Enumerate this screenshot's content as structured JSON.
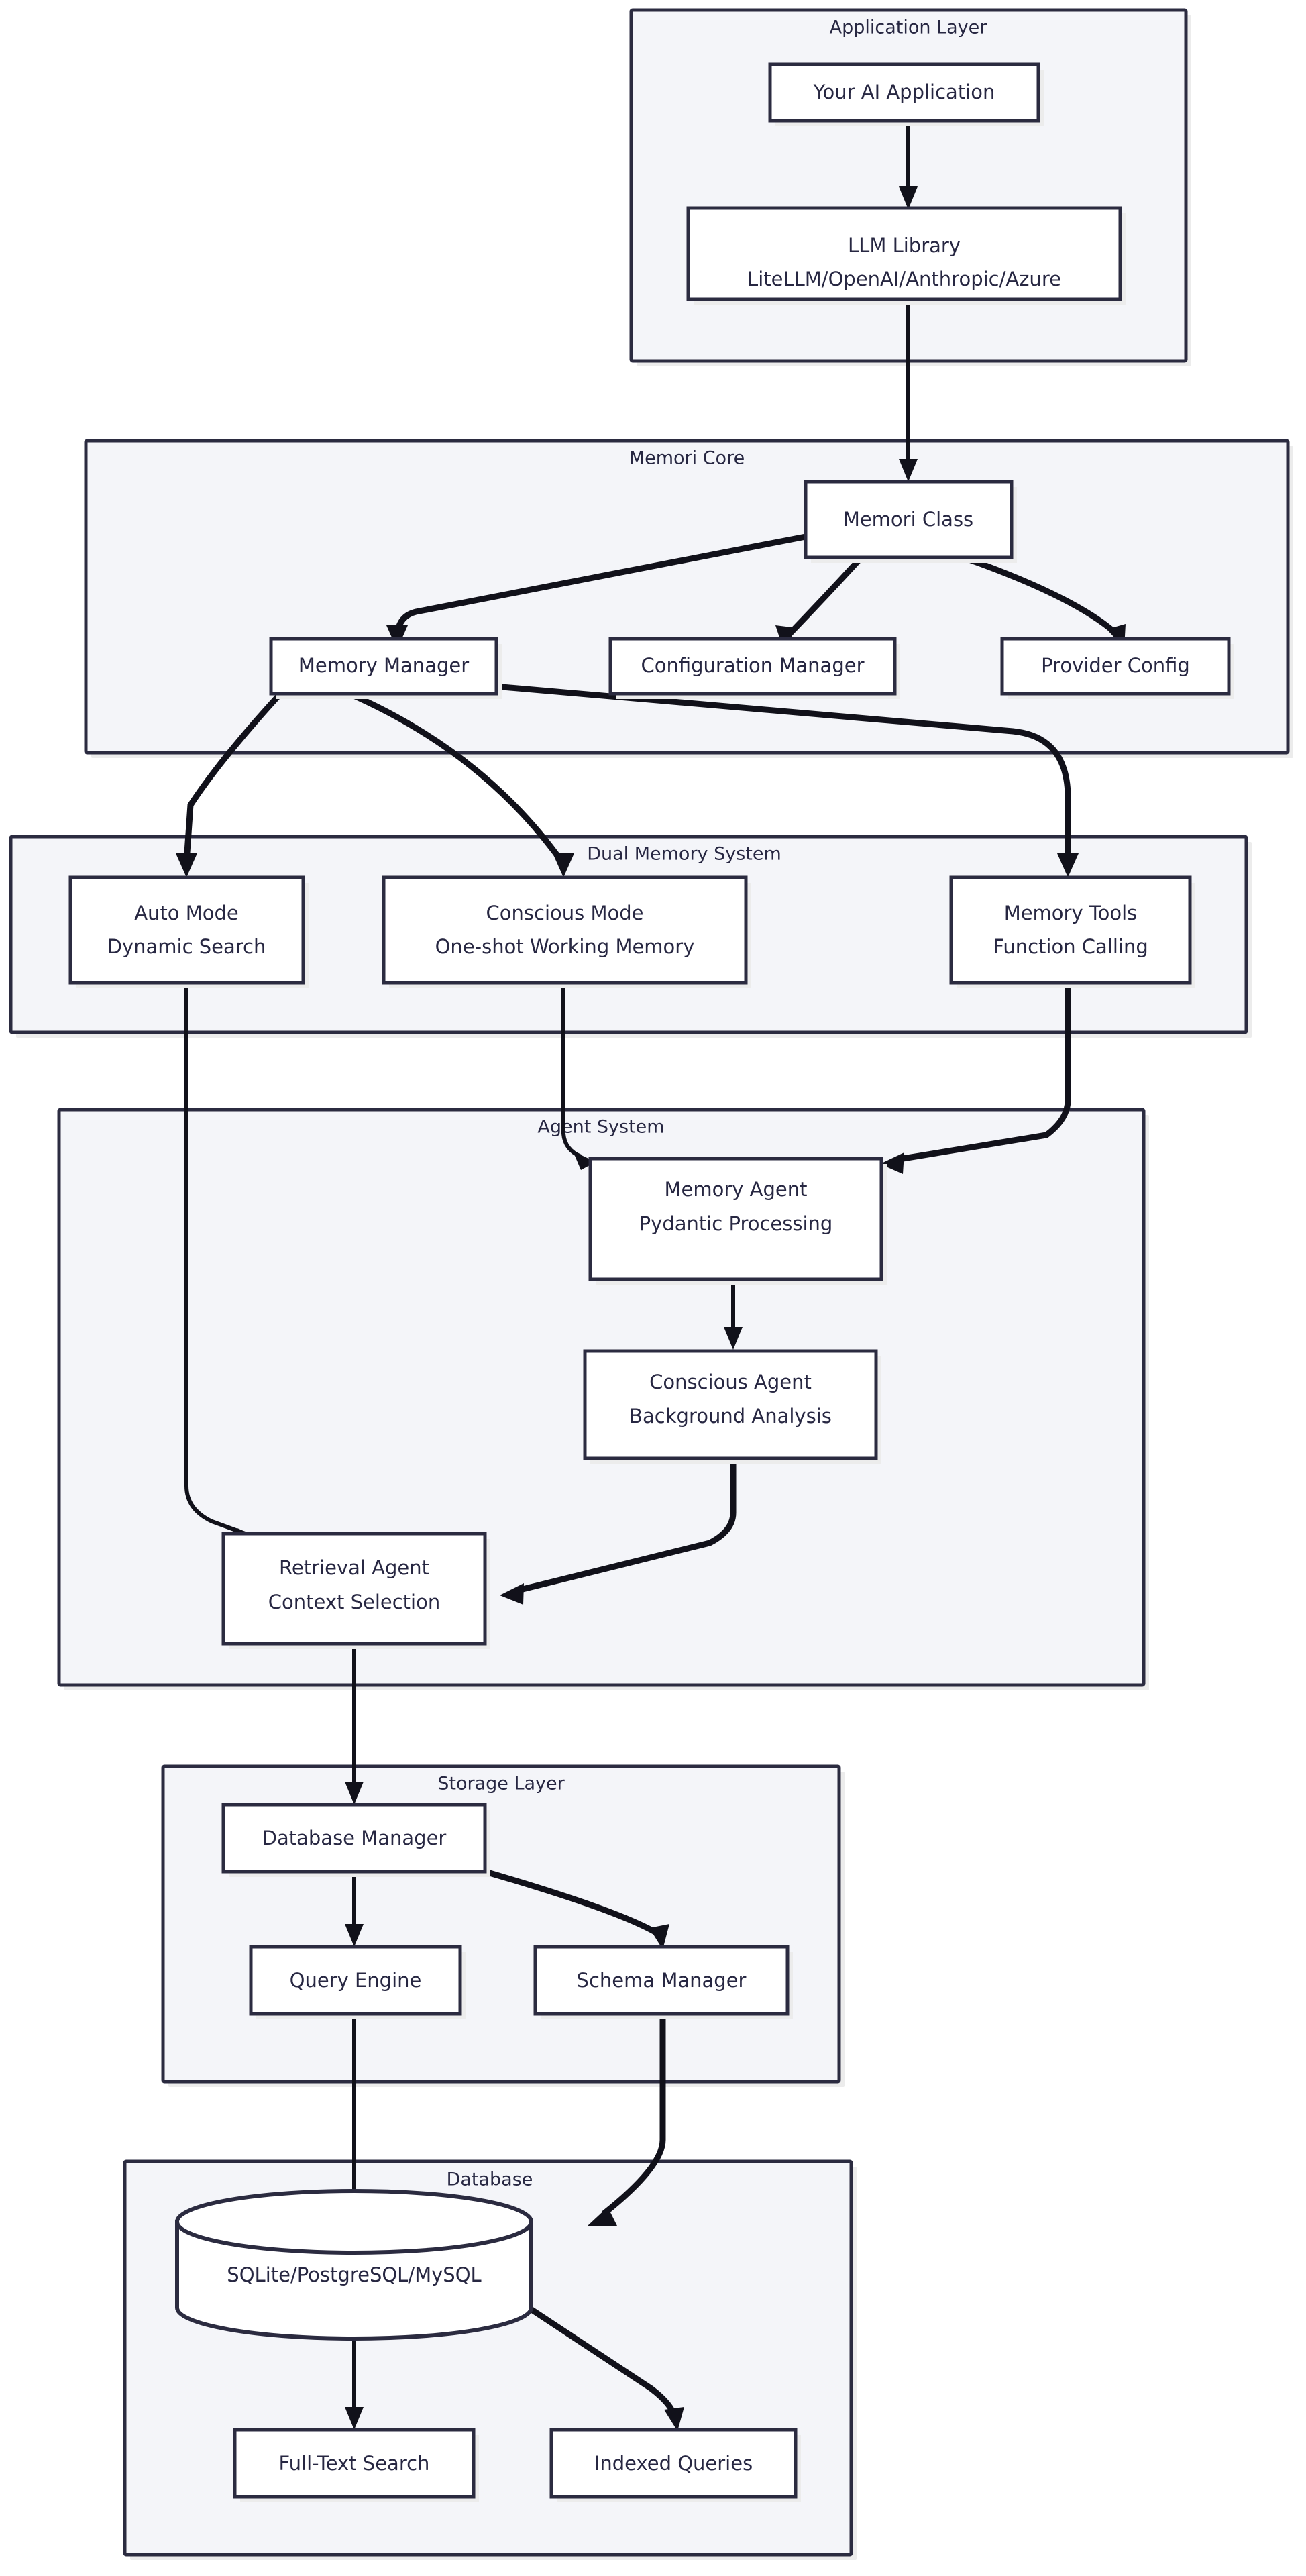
{
  "diagram": {
    "title": "Memori Architecture Flowchart",
    "type": "flowchart",
    "direction": "top-to-bottom",
    "colors": {
      "cluster_fill": "#f4f5f9",
      "cluster_stroke": "#2b2b40",
      "node_fill": "#ffffff",
      "node_stroke": "#2b2b40",
      "edge_stroke": "#11111a",
      "text": "#272742",
      "shadow": "#ececec",
      "page_background": "#ffffff"
    },
    "clusters": [
      {
        "id": "application-layer",
        "label": "Application Layer",
        "nodes": [
          "your-ai-application",
          "llm-library"
        ]
      },
      {
        "id": "memori-core",
        "label": "Memori Core",
        "nodes": [
          "memori-class",
          "memory-manager",
          "configuration-manager",
          "provider-config"
        ]
      },
      {
        "id": "dual-memory-system",
        "label": "Dual Memory System",
        "nodes": [
          "auto-mode",
          "conscious-mode",
          "memory-tools"
        ]
      },
      {
        "id": "agent-system",
        "label": "Agent System",
        "nodes": [
          "memory-agent",
          "conscious-agent",
          "retrieval-agent"
        ]
      },
      {
        "id": "storage-layer",
        "label": "Storage Layer",
        "nodes": [
          "database-manager",
          "query-engine",
          "schema-manager"
        ]
      },
      {
        "id": "database",
        "label": "Database",
        "nodes": [
          "sqlite-postgresql-mysql",
          "full-text-search",
          "indexed-queries"
        ]
      }
    ],
    "nodes": [
      {
        "id": "your-ai-application",
        "shape": "rect",
        "lines": [
          "Your AI Application"
        ]
      },
      {
        "id": "llm-library",
        "shape": "rect",
        "lines": [
          "LLM Library",
          "LiteLLM/OpenAI/Anthropic/Azure"
        ]
      },
      {
        "id": "memori-class",
        "shape": "rect",
        "lines": [
          "Memori Class"
        ]
      },
      {
        "id": "memory-manager",
        "shape": "rect",
        "lines": [
          "Memory Manager"
        ]
      },
      {
        "id": "configuration-manager",
        "shape": "rect",
        "lines": [
          "Configuration Manager"
        ]
      },
      {
        "id": "provider-config",
        "shape": "rect",
        "lines": [
          "Provider Config"
        ]
      },
      {
        "id": "auto-mode",
        "shape": "rect",
        "lines": [
          "Auto Mode",
          "Dynamic Search"
        ]
      },
      {
        "id": "conscious-mode",
        "shape": "rect",
        "lines": [
          "Conscious Mode",
          "One-shot Working Memory"
        ]
      },
      {
        "id": "memory-tools",
        "shape": "rect",
        "lines": [
          "Memory Tools",
          "Function Calling"
        ]
      },
      {
        "id": "memory-agent",
        "shape": "rect",
        "lines": [
          "Memory Agent",
          "Pydantic Processing"
        ]
      },
      {
        "id": "conscious-agent",
        "shape": "rect",
        "lines": [
          "Conscious Agent",
          "Background Analysis"
        ]
      },
      {
        "id": "retrieval-agent",
        "shape": "rect",
        "lines": [
          "Retrieval Agent",
          "Context Selection"
        ]
      },
      {
        "id": "database-manager",
        "shape": "rect",
        "lines": [
          "Database Manager"
        ]
      },
      {
        "id": "query-engine",
        "shape": "rect",
        "lines": [
          "Query Engine"
        ]
      },
      {
        "id": "schema-manager",
        "shape": "rect",
        "lines": [
          "Schema Manager"
        ]
      },
      {
        "id": "sqlite-postgresql-mysql",
        "shape": "cylinder",
        "lines": [
          "SQLite/PostgreSQL/MySQL"
        ]
      },
      {
        "id": "full-text-search",
        "shape": "rect",
        "lines": [
          "Full-Text Search"
        ]
      },
      {
        "id": "indexed-queries",
        "shape": "rect",
        "lines": [
          "Indexed Queries"
        ]
      }
    ],
    "edges": [
      {
        "from": "your-ai-application",
        "to": "llm-library"
      },
      {
        "from": "llm-library",
        "to": "memori-class"
      },
      {
        "from": "memori-class",
        "to": "memory-manager"
      },
      {
        "from": "memori-class",
        "to": "configuration-manager"
      },
      {
        "from": "memori-class",
        "to": "provider-config"
      },
      {
        "from": "memory-manager",
        "to": "auto-mode"
      },
      {
        "from": "memory-manager",
        "to": "conscious-mode"
      },
      {
        "from": "memory-manager",
        "to": "memory-tools"
      },
      {
        "from": "conscious-mode",
        "to": "memory-agent"
      },
      {
        "from": "memory-tools",
        "to": "memory-agent"
      },
      {
        "from": "memory-agent",
        "to": "conscious-agent"
      },
      {
        "from": "conscious-agent",
        "to": "retrieval-agent"
      },
      {
        "from": "auto-mode",
        "to": "retrieval-agent"
      },
      {
        "from": "retrieval-agent",
        "to": "database-manager"
      },
      {
        "from": "database-manager",
        "to": "query-engine"
      },
      {
        "from": "database-manager",
        "to": "schema-manager"
      },
      {
        "from": "query-engine",
        "to": "sqlite-postgresql-mysql"
      },
      {
        "from": "schema-manager",
        "to": "sqlite-postgresql-mysql"
      },
      {
        "from": "sqlite-postgresql-mysql",
        "to": "full-text-search"
      },
      {
        "from": "sqlite-postgresql-mysql",
        "to": "indexed-queries"
      }
    ]
  }
}
